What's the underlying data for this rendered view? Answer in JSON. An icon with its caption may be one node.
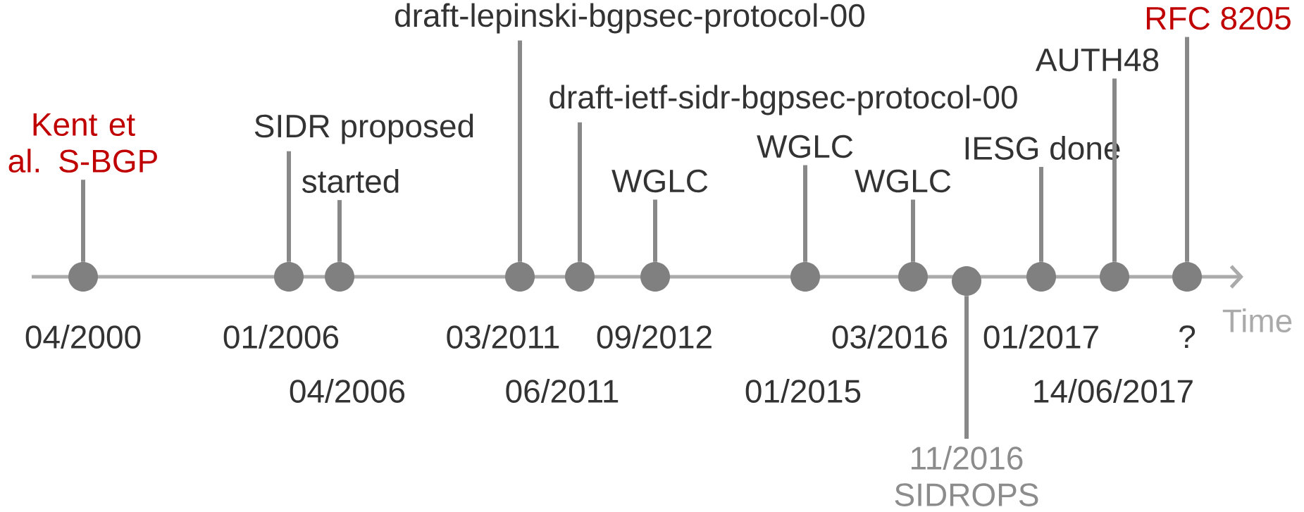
{
  "diagram": {
    "nodes": [
      {
        "text": [
          "Kent et al. S-BGP"
        ]
      },
      {
        "text": [],
        "shape": "circle",
        "beside": [
          "04/2000"
        ]
      },
      {
        "text": [
          "SIDR proposed"
        ]
      },
      {
        "text": [],
        "shape": "circle",
        "beside": [
          "01/2006"
        ]
      },
      {
        "text": [
          "started"
        ]
      },
      {
        "text": [],
        "shape": "circle",
        "beside": [
          "04/2006"
        ]
      },
      {
        "text": [
          "draft-lepinski-bgpsec-protocol-00"
        ]
      },
      {
        "text": [],
        "shape": "circle",
        "beside": [
          "03/2011"
        ]
      },
      {
        "text": [
          "draft-ietf-sidr-bgpsec-protocol-00"
        ]
      },
      {
        "text": [],
        "shape": "circle",
        "beside": [
          "06/2011"
        ]
      },
      {
        "text": [
          "WGLC"
        ]
      },
      {
        "text": [],
        "shape": "circle",
        "beside": [
          "09/2012"
        ]
      },
      {
        "text": [
          "WGLC"
        ]
      },
      {
        "text": [],
        "shape": "circle",
        "beside": [
          "01/2015"
        ]
      },
      {
        "text": [
          "WGLC"
        ]
      },
      {
        "text": [],
        "shape": "circle",
        "beside": [
          "03/2016"
        ]
      },
      {
        "text": [],
        "shape": "circle"
      },
      {
        "text": [
          "11/2016",
          "SIDROPS"
        ]
      },
      {
        "text": [
          "IESG done"
        ]
      },
      {
        "text": [],
        "shape": "circle",
        "beside": [
          "01/2017"
        ]
      },
      {
        "text": [
          "AUTH48"
        ]
      },
      {
        "text": [],
        "shape": "circle"
      },
      {
        "text": [
          "RFC 8205"
        ]
      },
      {
        "text": [],
        "shape": "circle",
        "beside": [
          "?"
        ]
      }
    ],
    "edges": [
      {
        "from": 0,
        "to": 1,
        "arrow": "none"
      },
      {
        "from": 2,
        "to": 3,
        "arrow": "none"
      },
      {
        "from": 4,
        "to": 5,
        "arrow": "none"
      },
      {
        "from": 6,
        "to": 7,
        "arrow": "none"
      },
      {
        "from": 8,
        "to": 9,
        "arrow": "none"
      },
      {
        "from": 10,
        "to": 11,
        "arrow": "none"
      },
      {
        "from": 12,
        "to": 13,
        "arrow": "none"
      },
      {
        "from": 14,
        "to": 15,
        "arrow": "none"
      },
      {
        "from": 17,
        "to": 16,
        "arrow": "none"
      },
      {
        "from": 18,
        "to": 19,
        "arrow": "none"
      },
      {
        "from": 20,
        "to": 21,
        "arrow": "none"
      },
      {
        "from": 22,
        "to": 23,
        "arrow": "none"
      }
    ],
    "labels": [
      "Time",
      "14/06/2017"
    ]
  }
}
